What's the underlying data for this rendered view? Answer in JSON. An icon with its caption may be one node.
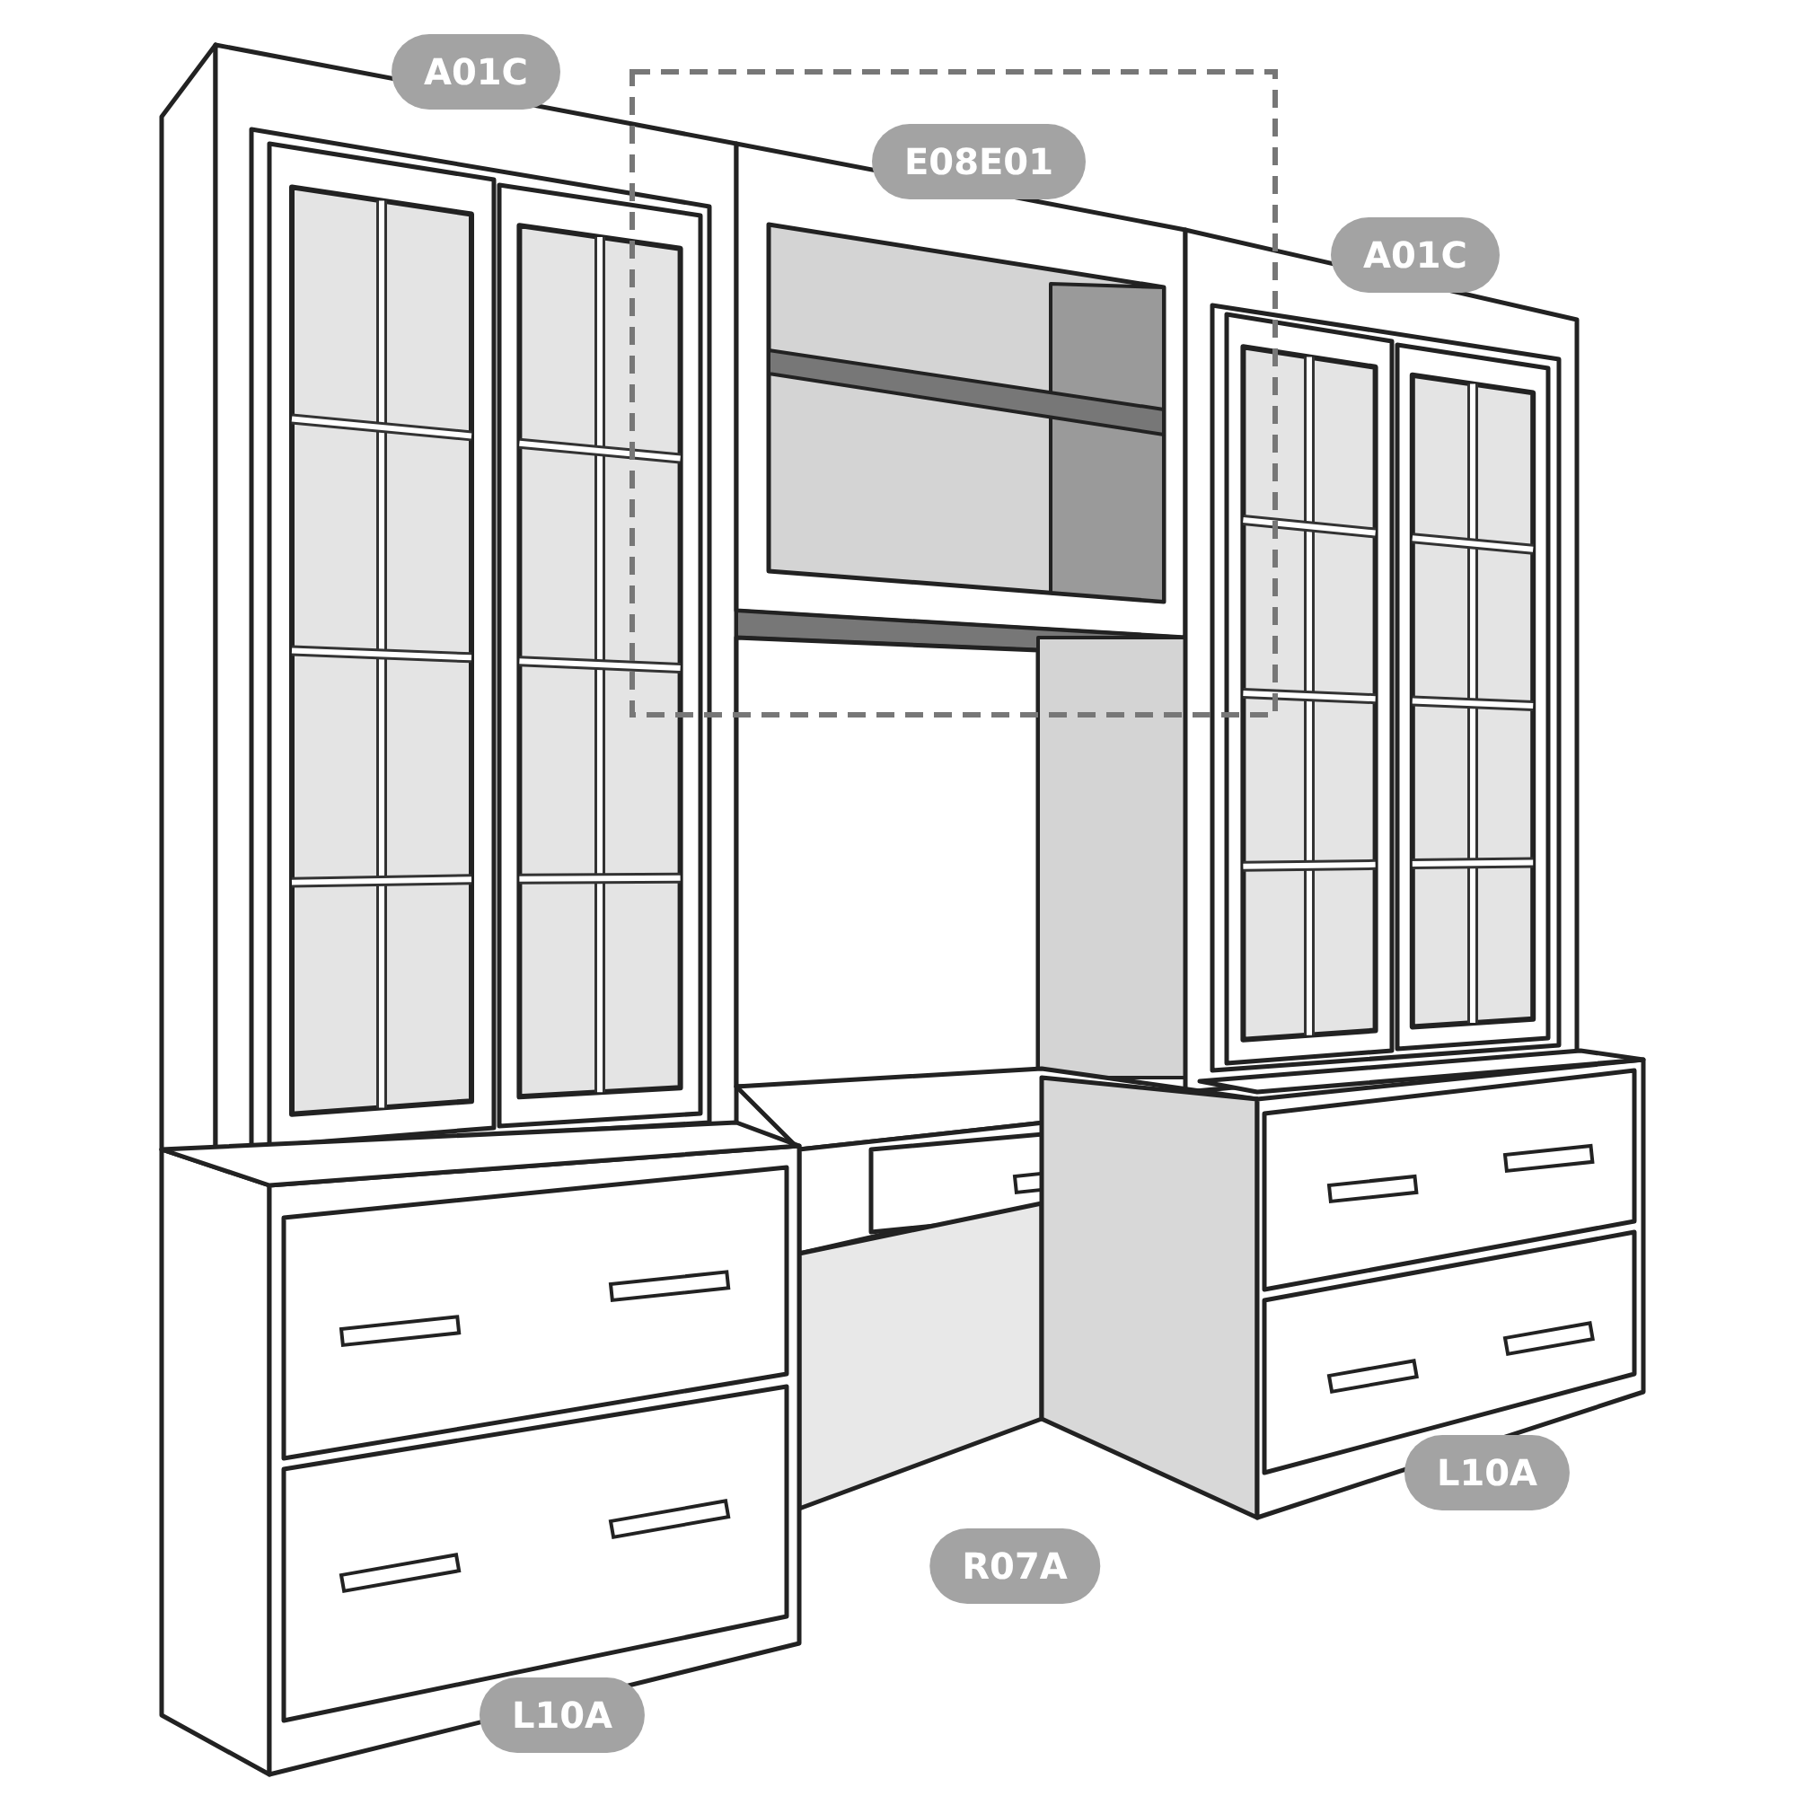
{
  "diagram": {
    "labels": [
      "A01C",
      "E08E01",
      "A01C",
      "L10A",
      "R07A",
      "L10A"
    ]
  }
}
